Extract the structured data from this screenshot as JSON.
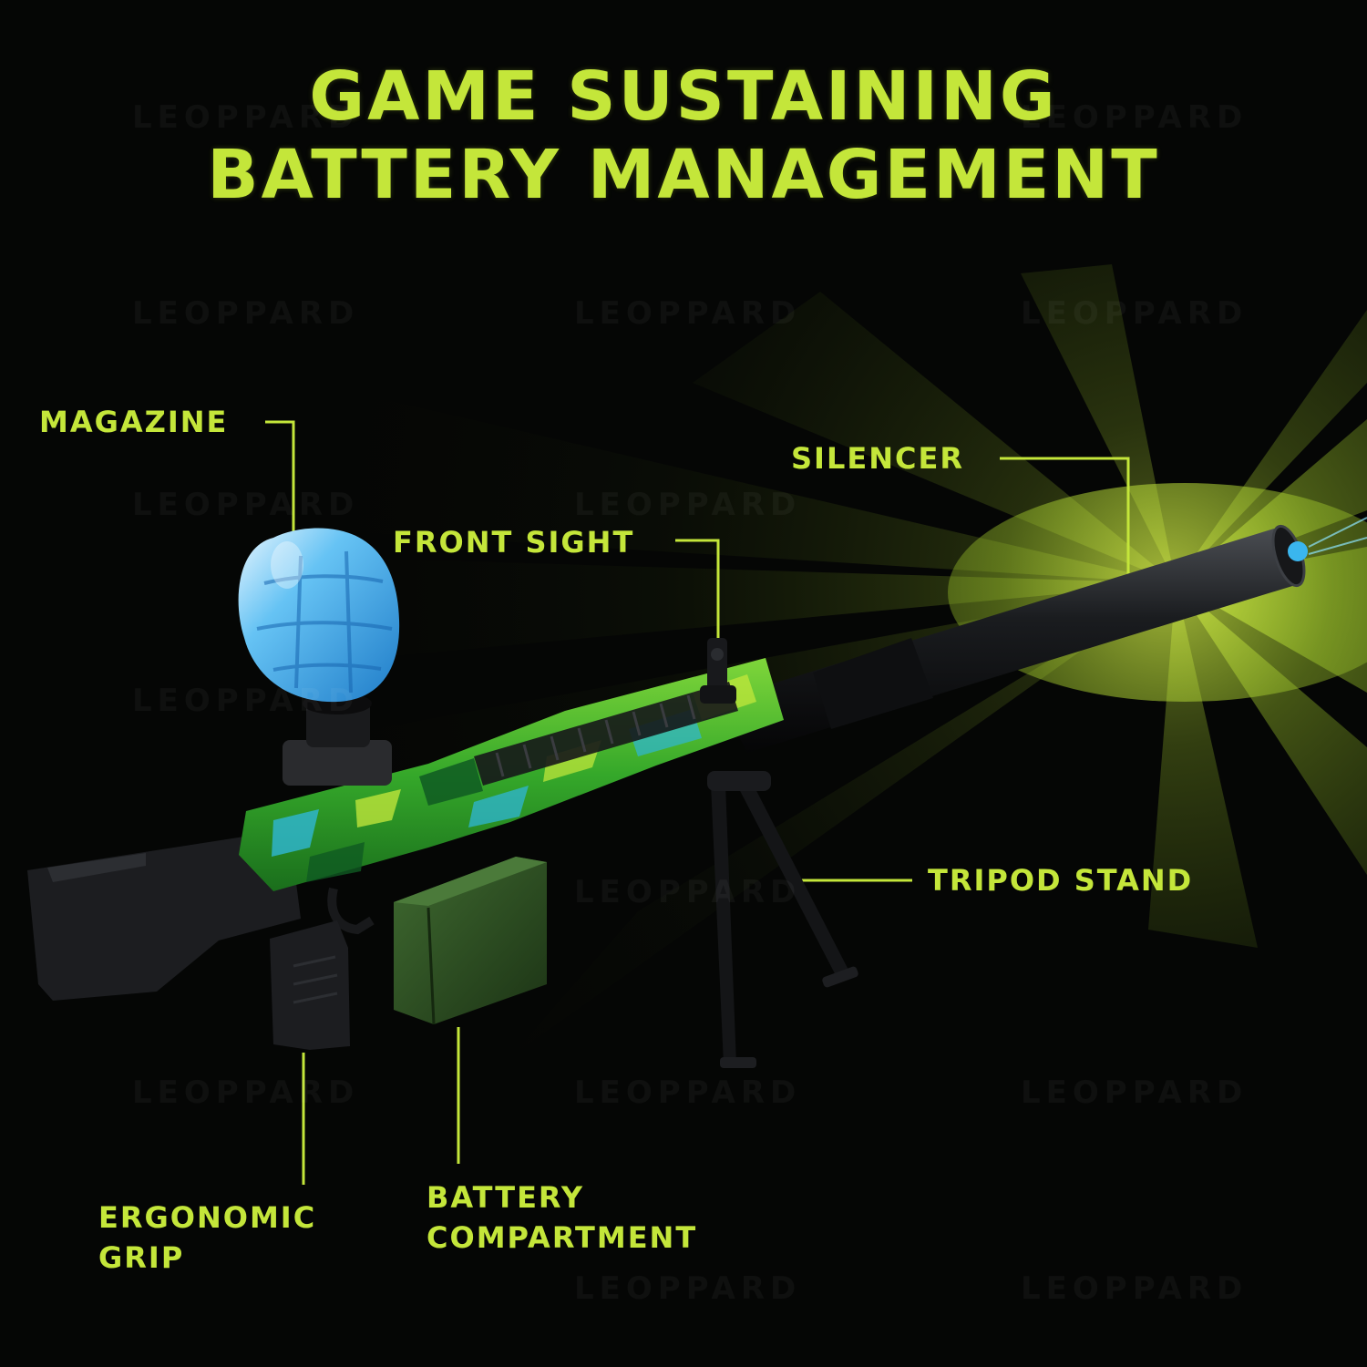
{
  "heading": {
    "line1": "GAME SUSTAINING",
    "line2": "BATTERY MANAGEMENT"
  },
  "labels": {
    "magazine": "MAGAZINE",
    "silencer": "SILENCER",
    "front_sight": "FRONT SIGHT",
    "tripod_stand": "TRIPOD STAND",
    "ergonomic_grip_line1": "ERGONOMIC",
    "ergonomic_grip_line2": "GRIP",
    "battery_compartment_line1": "BATTERY",
    "battery_compartment_line2": "COMPARTMENT"
  },
  "watermark": "LEOPPARD",
  "colors": {
    "accent": "#c4e63a",
    "background": "#050605",
    "magazine_blue": "#3aa8e8",
    "body_green": "#3fb52a",
    "body_cyan": "#2fb6d6",
    "battery_green": "#2e4a26"
  }
}
